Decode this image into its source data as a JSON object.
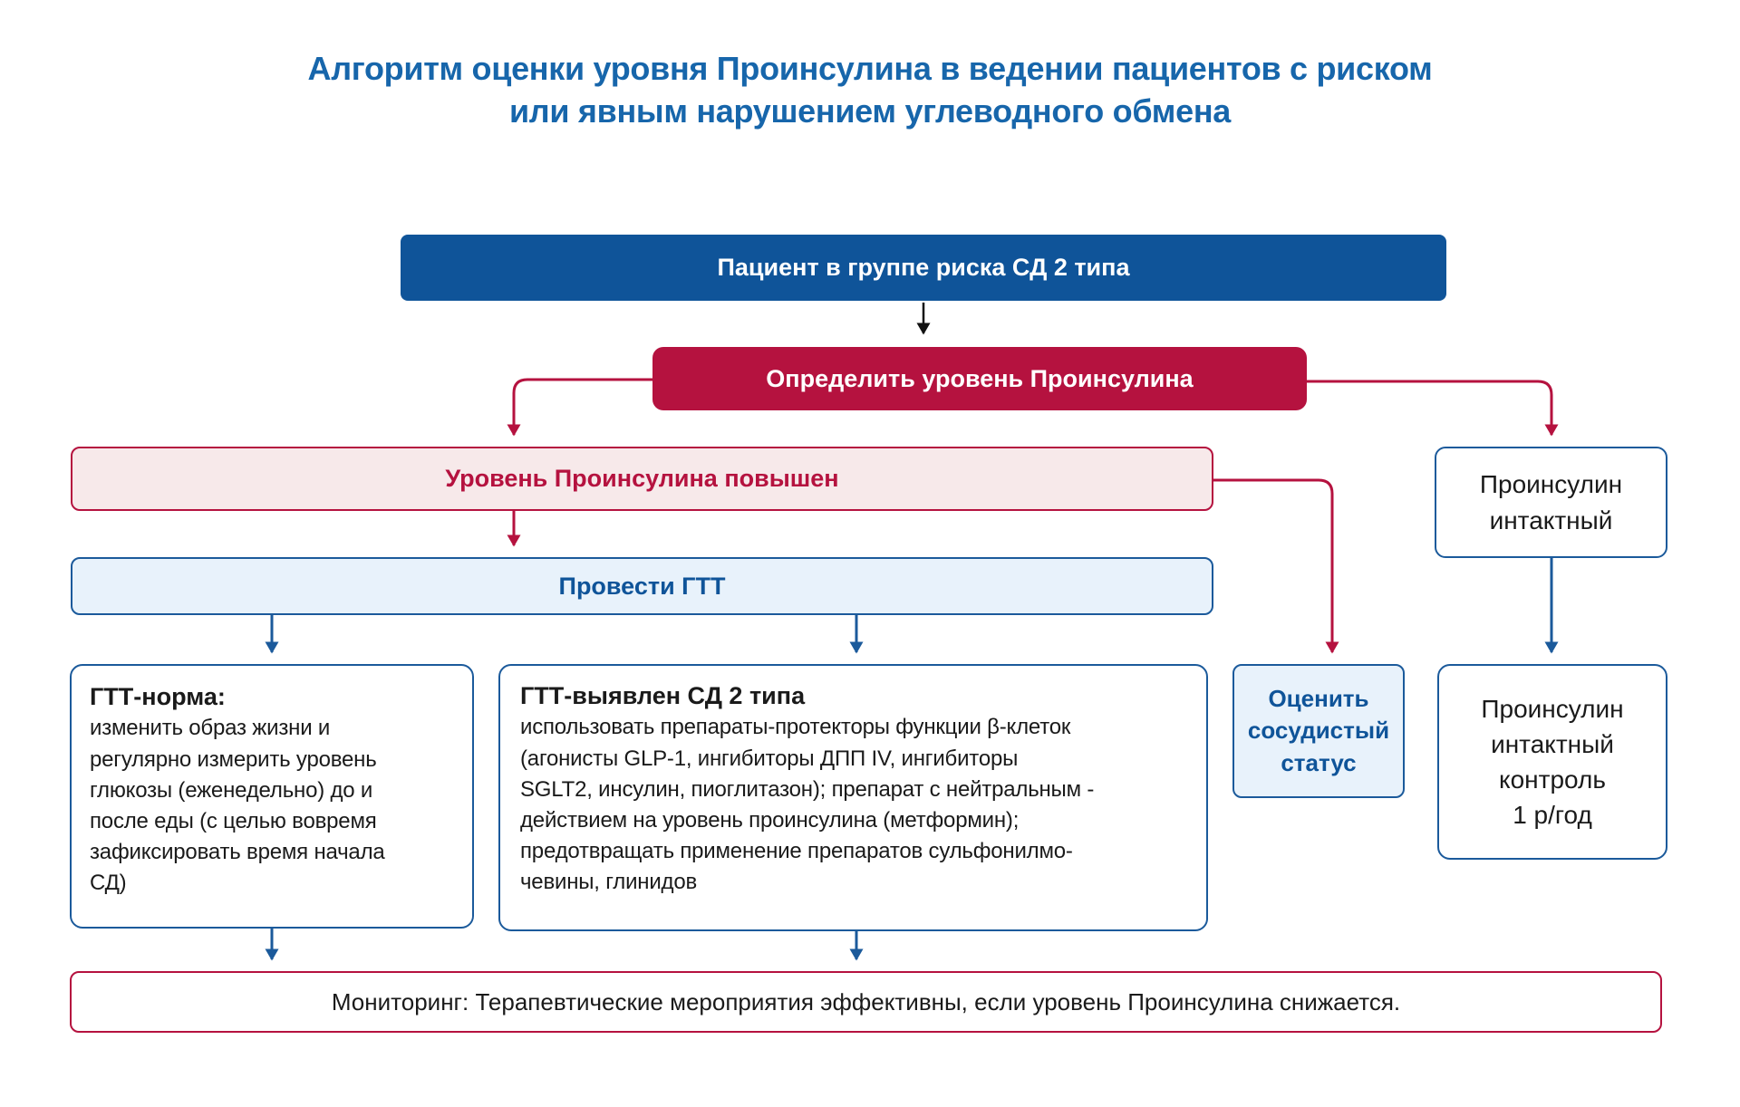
{
  "title": {
    "line1": "Алгоритм оценки уровня Проинсулина в ведении пациентов с риском",
    "line2": "или явным нарушением углеводного обмена"
  },
  "flow": {
    "risk_box": {
      "label": "Пациент в группе риска СД 2 типа"
    },
    "determine_box": {
      "label": "Определить уровень Проинсулина"
    },
    "elevated_box": {
      "label": "Уровень Проинсулина повышен"
    },
    "gtt_box": {
      "label": "Провести ГТТ"
    },
    "gtt_norm_box": {
      "heading": "ГТТ-норма:",
      "body": "изменить образ жизни и\nрегулярно измерить уровень\nглюкозы (еженедельно) до и\nпосле еды (с целью вовремя\nзафиксировать время начала\nСД)"
    },
    "gtt_dm2_box": {
      "heading": "ГТТ-выявлен СД 2 типа",
      "body": "использовать препараты-протекторы функции β-клеток\n(агонисты GLP-1, ингибиторы ДПП IV, ингибиторы\nSGLT2, инсулин, пиоглитазон); препарат с нейтральным -\nдействием на уровень проинсулина (метформин);\nпредотвращать применение препаратов сульфонилмо-\nчевины, глинидов"
    },
    "vascular_box": {
      "label": "Оценить\nсосудистый\nстатус"
    },
    "intact_box": {
      "label": "Проинсулин\nинтактный"
    },
    "intact_control_box": {
      "label": "Проинсулин\nинтактный\nконтроль\n1 р/год"
    },
    "monitoring_box": {
      "label": "Мониторинг: Терапевтические мероприятия эффективны, если уровень Проинсулина снижается."
    }
  },
  "colors": {
    "title_blue": "#1766ab",
    "dark_blue": "#0f5499",
    "crimson": "#b5123f",
    "pink_fill": "#f7e9ea",
    "light_blue_fill": "#e8f2fb",
    "blue_border": "#1b5a9b",
    "text_black": "#1a1a1a",
    "arrow_black": "#111111"
  }
}
